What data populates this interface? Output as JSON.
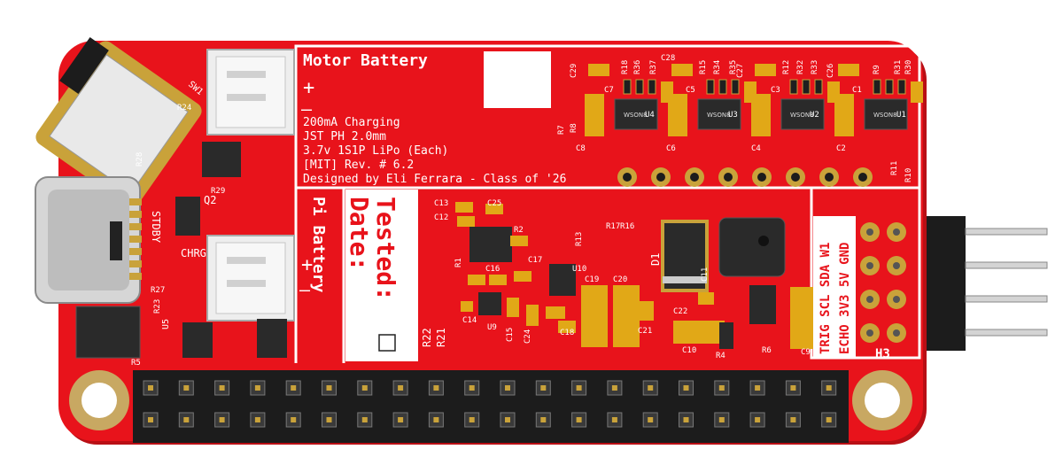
{
  "board": {
    "colors": {
      "solder_mask": "#e8131b",
      "silkscreen": "#ffffff",
      "copper_pad": "#c9a23a",
      "header": "#1c1c1c",
      "mounting_ring": "#c8a862"
    },
    "motor_battery": {
      "title": "Motor Battery",
      "plus": "+",
      "minus": "—"
    },
    "info_lines": [
      "200mA Charging",
      "JST PH 2.0mm",
      "3.7v 1S1P LiPo (Each)",
      "[MIT] Rev. # 6.2",
      "Designed by Eli Ferrara - Class of '26"
    ],
    "pi_battery": {
      "title": "Pi Battery",
      "plus": "+",
      "minus": "—"
    },
    "tested": {
      "tested_label": "Tested:",
      "date_label": "Date:"
    },
    "sensor_header": {
      "row1": "TRIG SCL SDA W1",
      "row2": "ECHO 3V3 5V GND",
      "designator": "H3"
    },
    "side_labels": {
      "sw": "SW1",
      "stdby": "STDBY",
      "chrg": "CHRG",
      "q2": "Q2",
      "u5": "U5",
      "d1": "D1"
    },
    "chip_markings": {
      "wson": "WSON8"
    },
    "refs": {
      "r24": "R24",
      "r28": "R28",
      "r29": "R29",
      "r27": "R27",
      "r23": "R23",
      "r5": "R5",
      "c29": "C29",
      "r18": "R18",
      "r36": "R36",
      "r37": "R37",
      "c7": "C7",
      "u4": "U4",
      "c28": "C28",
      "r15": "R15",
      "r34": "R34",
      "r35": "R35",
      "c5": "C5",
      "u3": "U3",
      "c27": "C27",
      "r12": "R12",
      "r32": "R32",
      "r33": "R33",
      "c3": "C3",
      "u2": "U2",
      "c26": "C26",
      "r9": "R9",
      "r31": "R31",
      "r30": "R30",
      "c1": "C1",
      "u1": "U1",
      "c8": "C8",
      "c6": "C6",
      "c4": "C4",
      "c2": "C2",
      "r7": "R7",
      "r8": "R8",
      "r11": "R11",
      "r10": "R10",
      "c13": "C13",
      "c12": "C12",
      "c25": "C25",
      "r2": "R2",
      "r1": "R1",
      "r13": "R13",
      "r17": "R17",
      "r16": "R16",
      "c16": "C16",
      "c17": "C17",
      "u10": "U10",
      "c19": "C19",
      "c20": "C20",
      "c14": "C14",
      "c15": "C15",
      "c24": "C24",
      "u9": "U9",
      "c18": "C18",
      "c21": "C21",
      "c10": "C10",
      "r4": "R4",
      "r6": "R6",
      "c9": "C9",
      "c11": "C11",
      "c22": "C22",
      "r22": "R22",
      "r21": "R21"
    }
  }
}
